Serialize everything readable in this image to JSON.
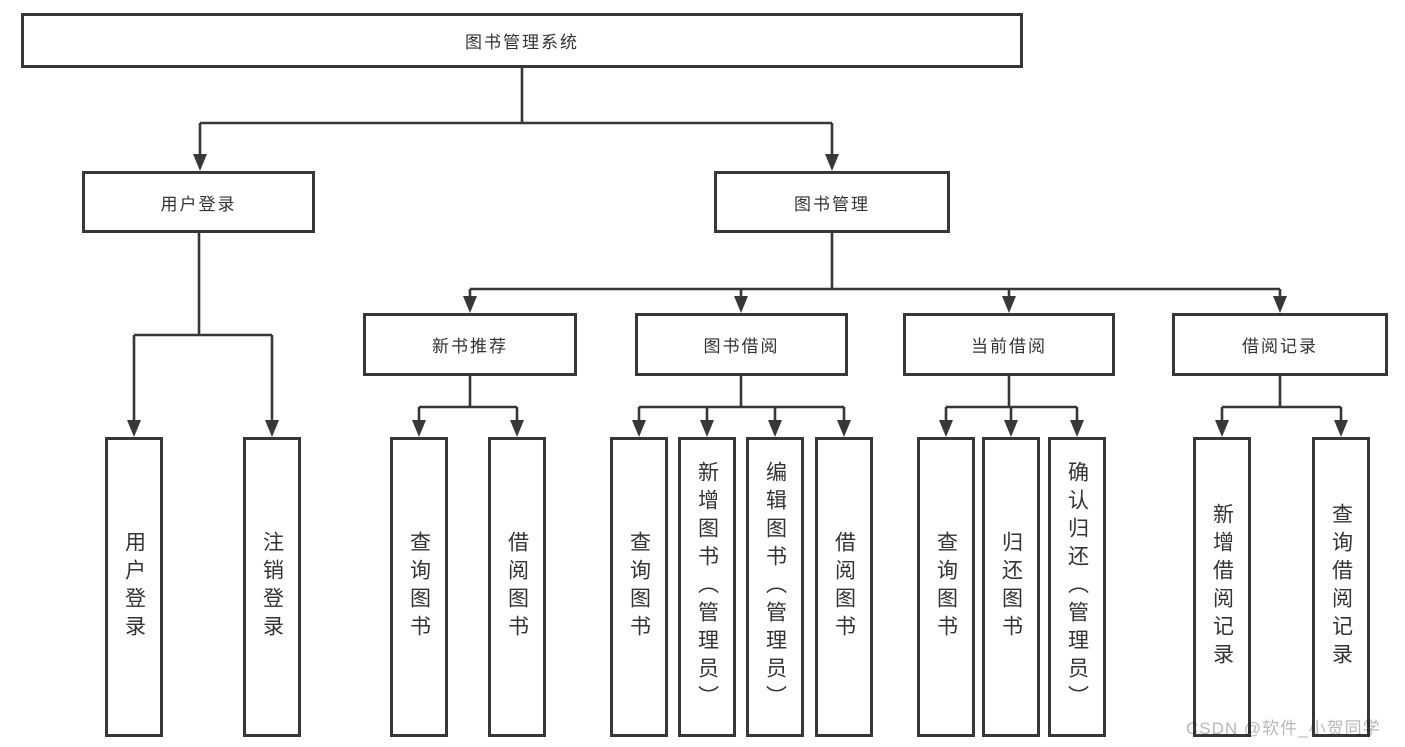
{
  "tree": {
    "root": "图书管理系统",
    "branches": [
      {
        "label": "用户登录",
        "children": [
          "用户登录",
          "注销登录"
        ]
      },
      {
        "label": "图书管理",
        "groups": [
          {
            "label": "新书推荐",
            "children": [
              "查询图书",
              "借阅图书"
            ]
          },
          {
            "label": "图书借阅",
            "children": [
              "查询图书",
              "新增图书（管理员）",
              "编辑图书（管理员）",
              "借阅图书"
            ]
          },
          {
            "label": "当前借阅",
            "children": [
              "查询图书",
              "归还图书",
              "确认归还（管理员）"
            ]
          },
          {
            "label": "借阅记录",
            "children": [
              "新增借阅记录",
              "查询借阅记录"
            ]
          }
        ]
      }
    ]
  },
  "watermark": "CSDN @软件_小贺同学",
  "colors": {
    "line": "#373737",
    "text": "#333333",
    "watermark": "#b9b9b9"
  }
}
